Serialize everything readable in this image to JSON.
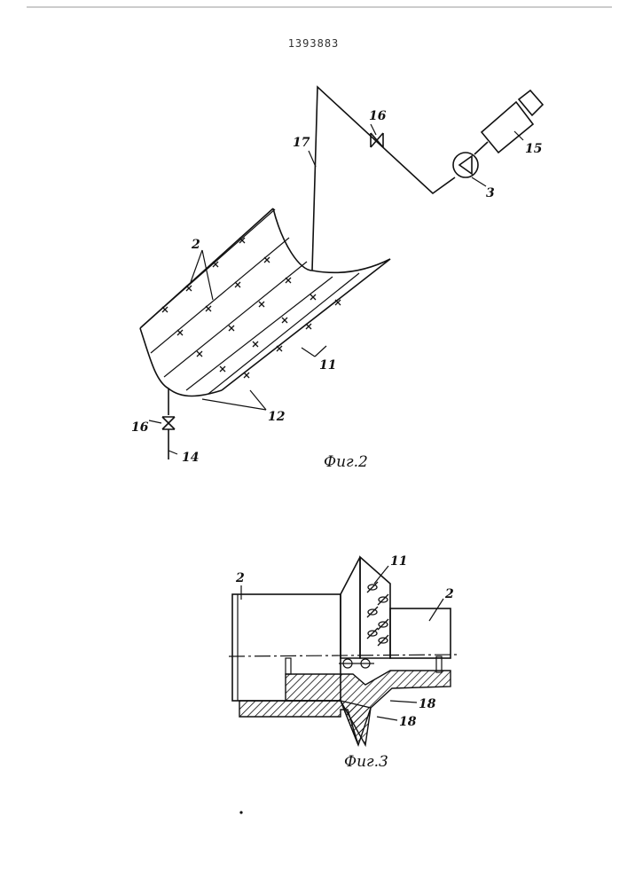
{
  "document": {
    "patent_number": "1393883"
  },
  "figure2": {
    "caption": "Фиг.2",
    "labels": {
      "pipe_2": "2",
      "line_17": "17",
      "valve_16_top": "16",
      "valve_16_bottom": "16",
      "pump_3": "3",
      "motor_15": "15",
      "nozzles_11": "11",
      "lines_12": "12",
      "outlet_14": "14"
    }
  },
  "figure3": {
    "caption": "Фиг.3",
    "labels": {
      "pipe_left": "2",
      "pipe_right": "2",
      "nozzle_11": "11",
      "weld_top": "18",
      "weld_bottom": "18"
    }
  },
  "colors": {
    "ink": "#111111",
    "paper": "#ffffff"
  }
}
